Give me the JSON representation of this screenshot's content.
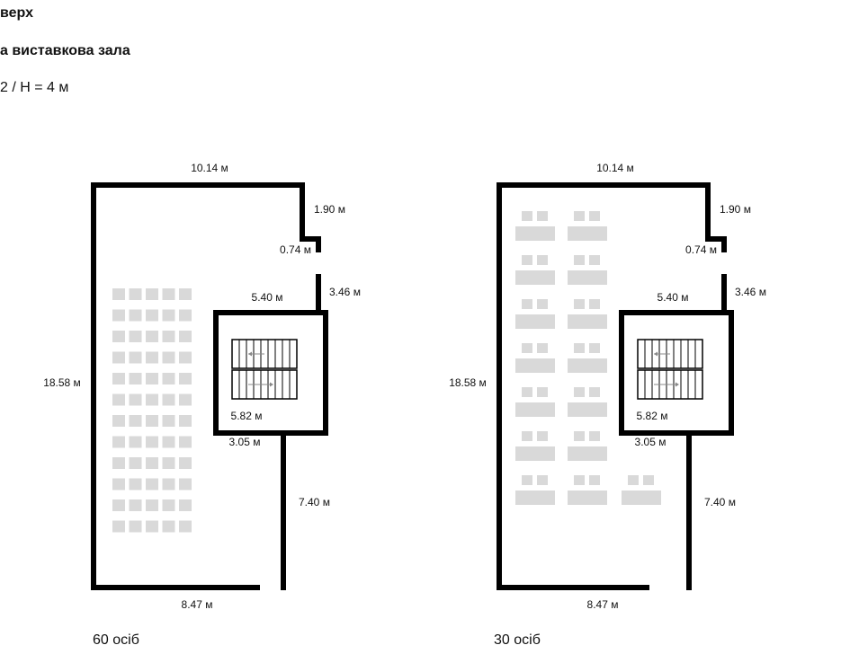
{
  "header": {
    "floor": "верх",
    "hall": "а виставкова зала",
    "area_height": "2 / H = 4 м"
  },
  "colors": {
    "wall": "#000000",
    "furniture": "#d9d9d9",
    "text": "#111111"
  },
  "plans": [
    {
      "caption": "60 осіб",
      "dims": {
        "top": "10.14 м",
        "notch_vertical": "1.90 м",
        "notch_horizontal": "0.74 м",
        "right_upper": "3.46 м",
        "stair_top": "5.40 м",
        "stair_inner": "5.82 м",
        "stair_bottom": "3.05 м",
        "right_lower": "7.40 м",
        "bottom": "8.47 м",
        "left": "18.58 м"
      }
    },
    {
      "caption": "30 осіб",
      "dims": {
        "top": "10.14 м",
        "notch_vertical": "1.90 м",
        "notch_horizontal": "0.74 м",
        "right_upper": "3.46 м",
        "stair_top": "5.40 м",
        "stair_inner": "5.82 м",
        "stair_bottom": "3.05 м",
        "right_lower": "7.40 м",
        "bottom": "8.47 м",
        "left": "18.58 м"
      }
    }
  ]
}
